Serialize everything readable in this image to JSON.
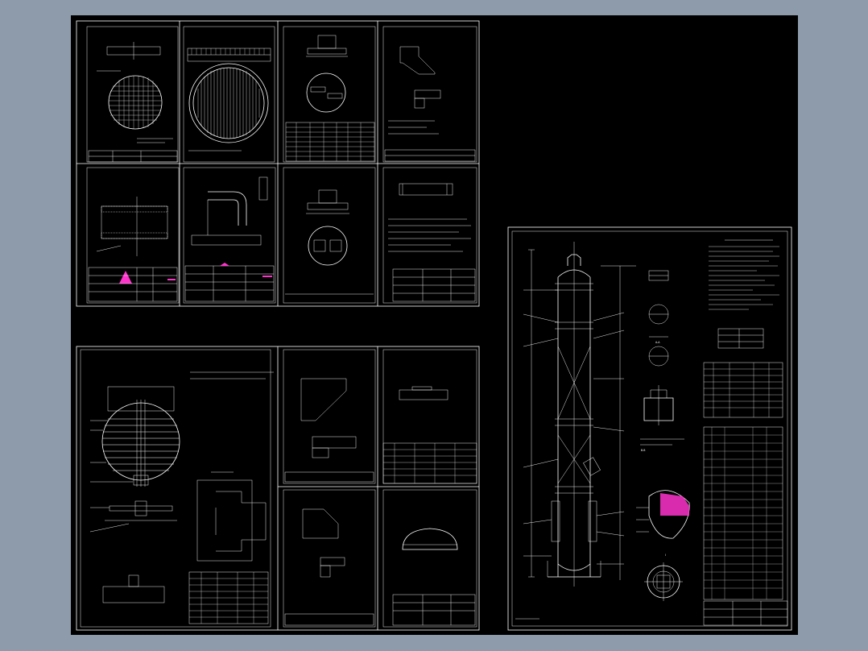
{
  "colors": {
    "background": "#8d9bab",
    "paper": "#000000",
    "line": "#ffffff",
    "magenta_marker": "#ff33cc"
  },
  "sheets": {
    "tower_assembly": {
      "section_labels": [
        "A-A",
        "B-B",
        "I"
      ]
    }
  }
}
